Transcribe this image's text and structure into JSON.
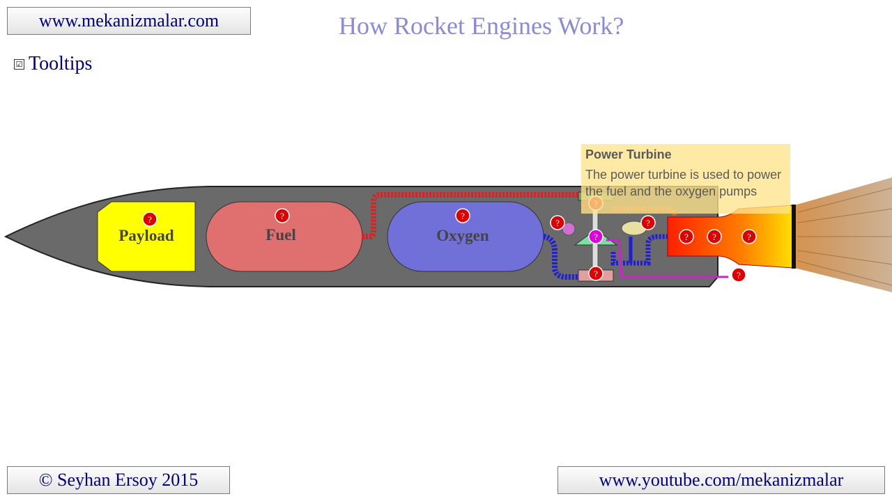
{
  "header": {
    "site_link": "www.mekanizmalar.com",
    "title": "How Rocket Engines Work?"
  },
  "options": {
    "tooltips_label": "Tooltips",
    "tooltips_checked": true,
    "check_glyph": "☑"
  },
  "diagram": {
    "payload_label": "Payload",
    "fuel_label": "Fuel",
    "oxygen_label": "Oxygen",
    "help_marker": "?",
    "colors": {
      "body": "#6a6a6a",
      "payload": "#ffff00",
      "fuel_tank": "#e07070",
      "oxygen_tank": "#7070d8",
      "fuel_line": "#e02020",
      "oxygen_line": "#2020d0",
      "flame_outer": "#ff3000",
      "flame_inner": "#ffd000",
      "help_marker": "#dd0000"
    }
  },
  "tooltip": {
    "title": "Power Turbine",
    "text": "The power turbine is used to power the fuel and the oxygen pumps"
  },
  "footer": {
    "copyright": "© Seyhan Ersoy 2015",
    "youtube_link": "www.youtube.com/mekanizmalar"
  }
}
